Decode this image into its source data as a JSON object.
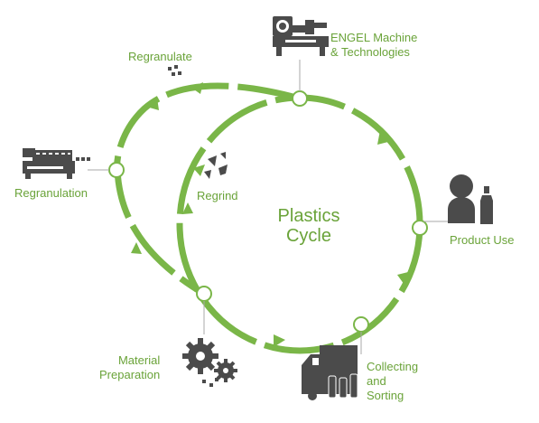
{
  "diagram": {
    "center_title_line1": "Plastics",
    "center_title_line2": "Cycle",
    "stages": {
      "engel_line1": "ENGEL Machine",
      "engel_line2": "& Technologies",
      "product_use": "Product Use",
      "collecting_line1": "Collecting",
      "collecting_line2": "and",
      "collecting_line3": "Sorting",
      "material_line1": "Material",
      "material_line2": "Preparation",
      "regranulation": "Regranulation",
      "regranulate": "Regranulate",
      "regrind": "Regrind"
    },
    "icons": [
      "injection-machine-icon",
      "person-bottle-icon",
      "truck-bottles-icon",
      "gears-icon",
      "extruder-icon",
      "pellets-icon",
      "flakes-icon"
    ],
    "colors": {
      "accent": "#7ab648",
      "label": "#6aa339",
      "icon": "#4b4b4b"
    }
  }
}
